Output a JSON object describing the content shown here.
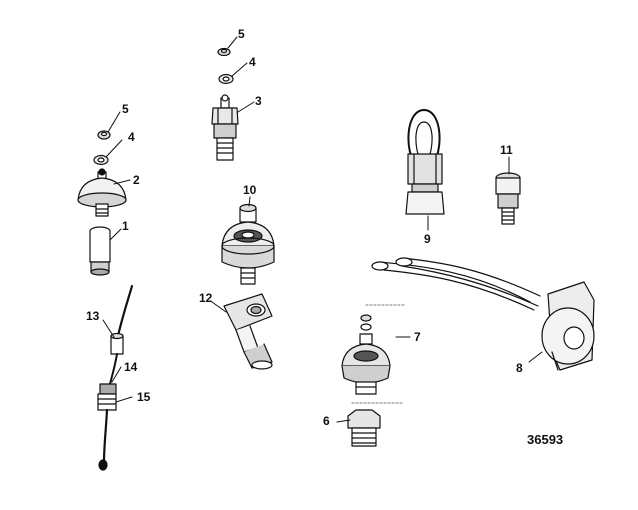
{
  "callouts": {
    "c1": "1",
    "c2": "2",
    "c3": "3",
    "c4a": "4",
    "c4b": "4",
    "c5a": "5",
    "c5b": "5",
    "c6": "6",
    "c7": "7",
    "c8": "8",
    "c9": "9",
    "c10": "10",
    "c11": "11",
    "c12": "12",
    "c13": "13",
    "c14": "14",
    "c15": "15"
  },
  "figure_id": "36593",
  "colors": {
    "ink": "#111111",
    "shade": "#9a9a9a",
    "light": "#e6e6e6"
  }
}
